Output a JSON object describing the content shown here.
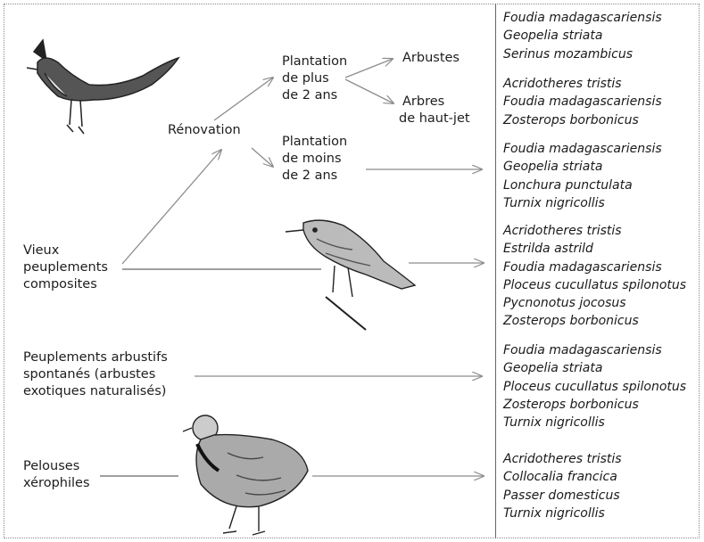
{
  "diagram": {
    "habitats": {
      "renovation": "Rénovation",
      "plantation_old": [
        "Plantation",
        "de plus",
        "de 2 ans"
      ],
      "plantation_young": [
        "Plantation",
        "de moins",
        "de 2 ans"
      ],
      "arbustes": "Arbustes",
      "arbres": [
        "Arbres",
        "de haut-jet"
      ],
      "vieux": [
        "Vieux",
        "peuplements",
        "composites"
      ],
      "spontanes": [
        "Peuplements arbustifs",
        "spontanés (arbustes",
        "exotiques naturalisés)"
      ],
      "pelouses": [
        "Pelouses",
        "xérophiles"
      ]
    },
    "species_groups": [
      [
        "Foudia madagascariensis",
        "Geopelia striata",
        "Serinus mozambicus"
      ],
      [
        "Acridotheres tristis",
        "Foudia madagascariensis",
        "Zosterops borbonicus"
      ],
      [
        "Foudia madagascariensis",
        "Geopelia  striata",
        "Lonchura punctulata",
        "Turnix nigricollis"
      ],
      [
        "Acridotheres tristis",
        "Estrilda astrild",
        "Foudia madagascariensis",
        "Ploceus cucullatus spilonotus",
        "Pycnonotus jocosus",
        "Zosterops borbonicus"
      ],
      [
        "Foudia madagascariensis",
        "Geopelia striata",
        "Ploceus cucullatus spilonotus",
        "Zosterops borbonicus",
        "Turnix nigricollis"
      ],
      [
        "Acridotheres tristis",
        "Collocalia francica",
        "Passer domesticus",
        "Turnix nigricollis"
      ]
    ],
    "colors": {
      "arrow": "#8c8c8c",
      "line": "#555555",
      "text": "#1d1d1d"
    }
  }
}
